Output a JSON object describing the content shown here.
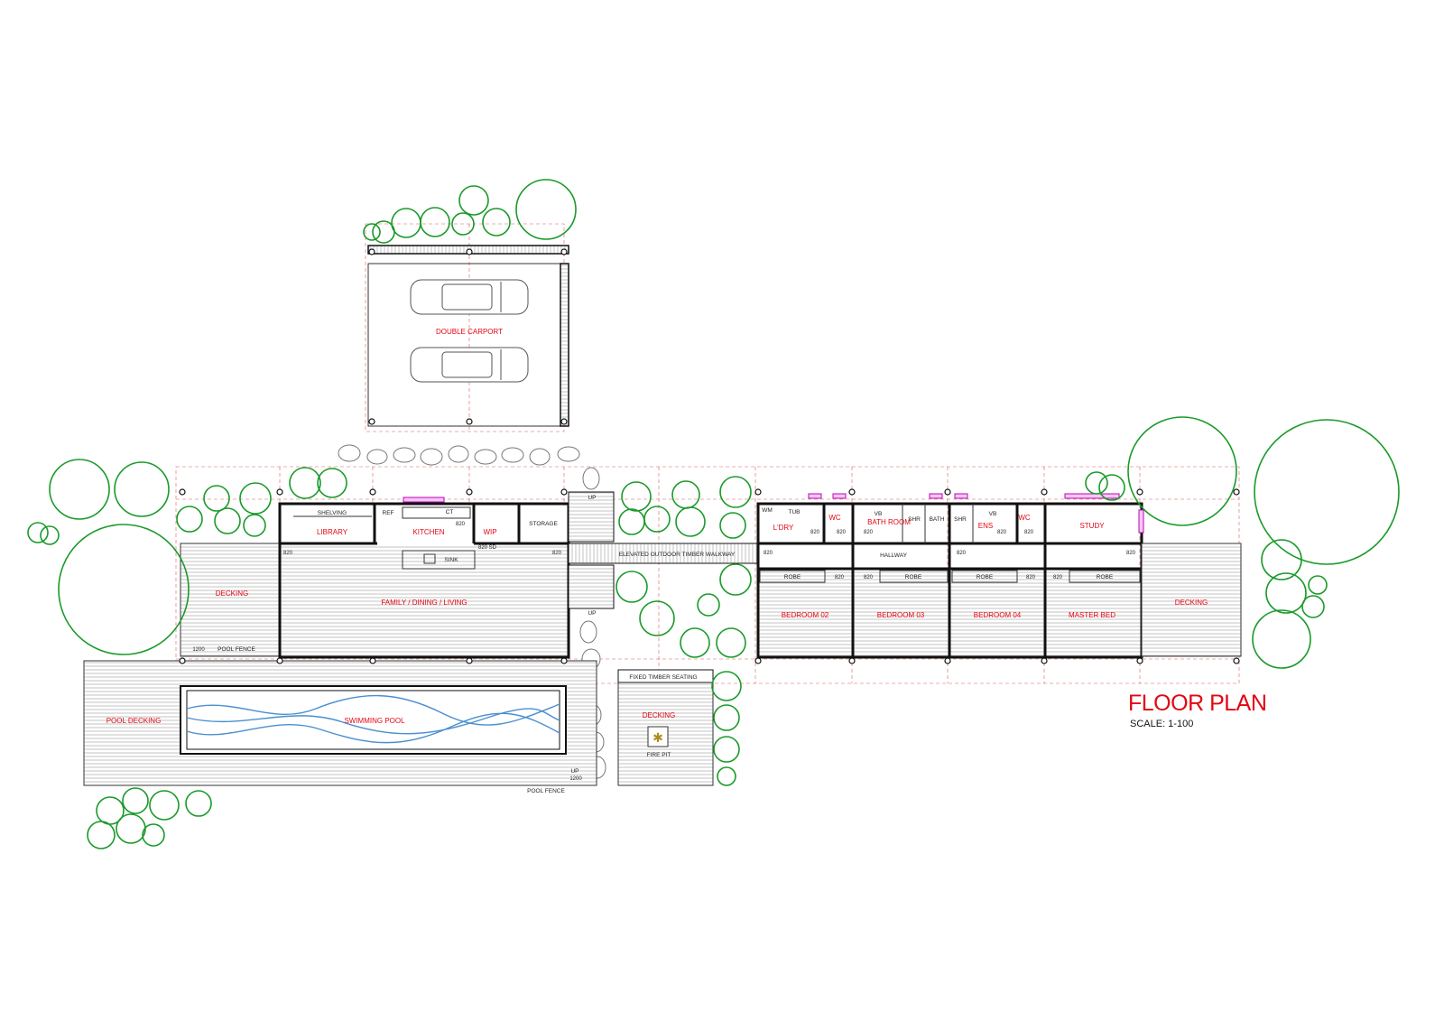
{
  "title": "FLOOR PLAN",
  "scale": "SCALE: 1-100",
  "rooms": {
    "carport": "DOUBLE CARPORT",
    "shelving": "SHELVING",
    "library": "LIBRARY",
    "ref": "REF",
    "ct": "CT",
    "kitchen": "KITCHEN",
    "sink": "SINK",
    "wip": "WIP",
    "storage": "STORAGE",
    "decking_left": "DECKING",
    "family": "FAMILY / DINING / LIVING",
    "walkway": "ELEVATED OUTDOOR TIMBER WALKWAY",
    "wm": "WM",
    "tub": "TUB",
    "ldry": "L'DRY",
    "wc1": "WC",
    "vb1": "VB",
    "bathroom": "BATH ROOM",
    "shr1": "SHR",
    "bath": "BATH",
    "shr2": "SHR",
    "vb2": "VB",
    "ens": "ENS",
    "wc2": "WC",
    "study": "STUDY",
    "hallway": "HALLWAY",
    "robe": "ROBE",
    "bed2": "BEDROOM 02",
    "bed3": "BEDROOM 03",
    "bed4": "BEDROOM 04",
    "master": "MASTER BED",
    "decking_right": "DECKING",
    "pool_decking": "POOL DECKING",
    "pool": "SWIMMING POOL",
    "pool_fence": "POOL FENCE",
    "seating": "FIXED TIMBER SEATING",
    "decking_fire": "DECKING",
    "firepit": "FIRE PIT",
    "up": "UP"
  },
  "dims": {
    "door": "820",
    "door_sd": "820 SD",
    "gate": "1200"
  },
  "colors": {
    "label": "#e30613",
    "trees": "#1a9a2a",
    "water": "#4a8fd0",
    "grid": "#e05a5a",
    "windows": "#c000c0"
  }
}
